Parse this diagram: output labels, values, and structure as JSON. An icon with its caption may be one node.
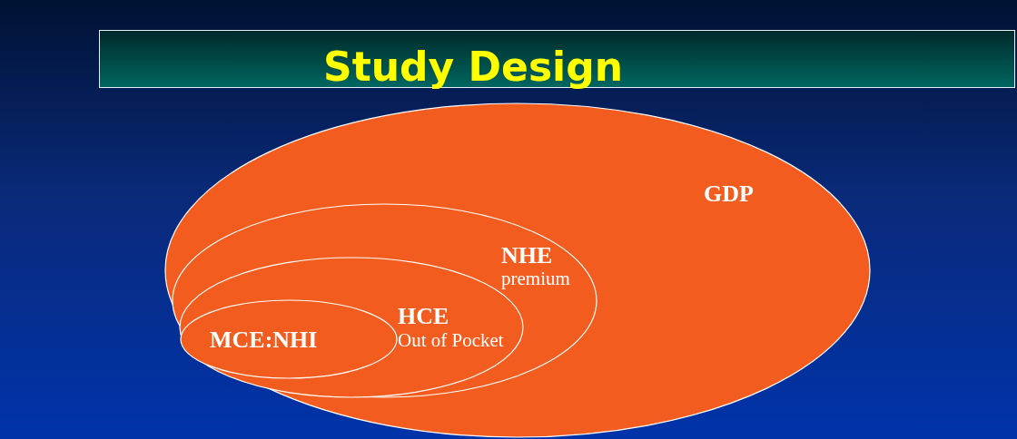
{
  "diagram": {
    "title": "Study Design",
    "nodes": [
      {
        "text": [
          "GDP"
        ]
      },
      {
        "text": [
          "NHE",
          "premium"
        ],
        "in": 0
      },
      {
        "text": [
          "HCE",
          "Out of Pocket"
        ],
        "in": 1
      },
      {
        "text": [
          "MCE:NHI"
        ],
        "in": 2
      }
    ]
  }
}
